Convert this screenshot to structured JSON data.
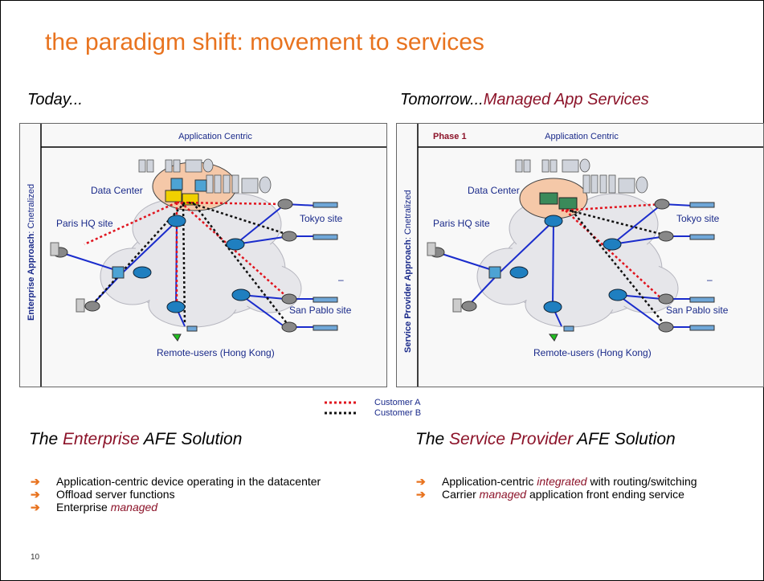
{
  "slide": {
    "title": "the paradigm shift: movement to services",
    "page_number": "10"
  },
  "left": {
    "heading": "Today...",
    "diagram": {
      "header": "Application  Centric",
      "side_label_a": "Enterprise Approach",
      "side_label_b": ": Cnetralized",
      "labels": {
        "data_center": "Data Center",
        "paris": "Paris HQ site",
        "tokyo": "Tokyo site",
        "san_pablo": "San Pablo site",
        "remote": "Remote-users (Hong Kong)"
      }
    },
    "solution_heading": {
      "pre": "The ",
      "em": "Enterprise",
      "post": " AFE Solution"
    },
    "bullets": [
      {
        "pre": "Application-centric device operating in the datacenter",
        "em": "",
        "post": ""
      },
      {
        "pre": "Offload server functions",
        "em": "",
        "post": ""
      },
      {
        "pre": "Enterprise ",
        "em": "managed",
        "post": ""
      }
    ]
  },
  "right": {
    "heading_pre": "Tomorrow...",
    "heading_em": "Managed App Services",
    "diagram": {
      "phase": "Phase 1",
      "header": "Application  Centric",
      "side_label_a": "Service Provider  Approach",
      "side_label_b": ": Cnetralized",
      "labels": {
        "data_center": "Data Center",
        "paris": "Paris HQ site",
        "tokyo": "Tokyo site",
        "san_pablo": "San Pablo site",
        "remote": "Remote-users (Hong Kong)"
      }
    },
    "solution_heading": {
      "pre": "The ",
      "em": "Service Provider",
      "post": " AFE Solution"
    },
    "bullets": [
      {
        "pre": "Application-centric ",
        "em": "integrated",
        "post": " with routing/switching"
      },
      {
        "pre": "Carrier ",
        "em": "managed",
        "post": " application front ending service"
      }
    ]
  },
  "legend": {
    "customer_a": "Customer A",
    "customer_b": "Customer B",
    "color_a": "#e0141e",
    "color_b": "#111111"
  },
  "colors": {
    "title": "#e8731f",
    "emphasis": "#8c1329",
    "label_blue": "#1a2a8a",
    "link_blue": "#1a2ccc"
  }
}
